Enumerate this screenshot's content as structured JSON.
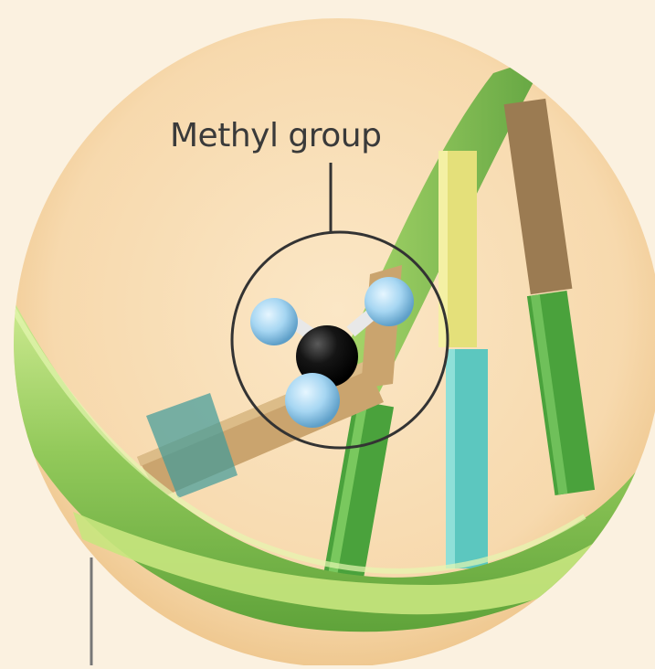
{
  "annotation": {
    "label": "Methyl group"
  },
  "colors": {
    "background": "#fbf1e0",
    "magnifier_fill": "#f8dcb0",
    "backbone_green": "#8cc452",
    "backbone_light": "#c8e67e",
    "base_dark_green": "#4aa23c",
    "base_yellow": "#e4e07a",
    "base_teal": "#5cc7bf",
    "base_brown": "#9b7b52",
    "base_tan": "#caa46e",
    "carbon_atom": "#111111",
    "hydrogen_atom": "#9fd0ee",
    "callout_line": "#333333"
  },
  "icons": {
    "carbon": "black-sphere",
    "hydrogen": "light-blue-sphere"
  }
}
